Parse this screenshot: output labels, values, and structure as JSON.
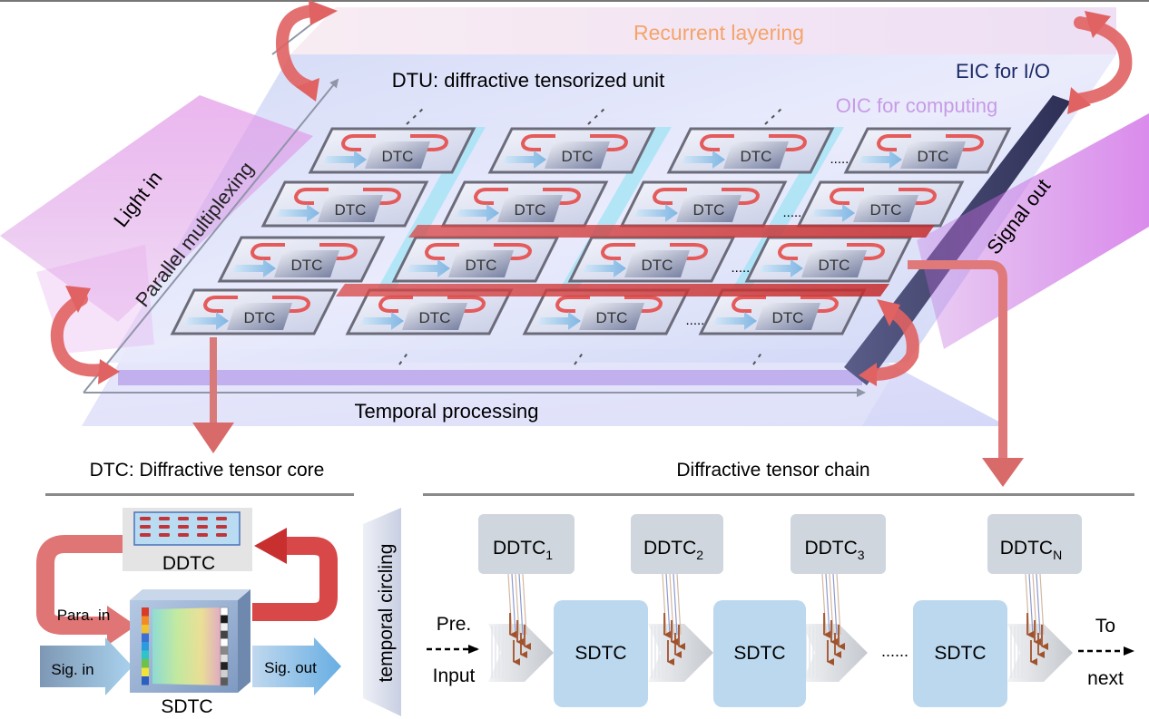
{
  "dtu": {
    "title": "DTU: diffractive tensorized unit",
    "recurrent": "Recurrent layering",
    "eic": "EIC for I/O",
    "oic": "OIC for computing",
    "light_in": "Light in",
    "parallel": "Parallel multiplexing",
    "signal_out": "Signal out",
    "temporal": "Temporal processing",
    "cell_label": "DTC",
    "row_dots": "......"
  },
  "dtc_panel": {
    "title": "DTC: Diffractive tensor core",
    "ddtc": "DDTC",
    "sdtc": "SDTC",
    "para_in": "Para. in",
    "sig_in": "Sig. in",
    "sig_out": "Sig. out",
    "temporal_circling": "temporal circling"
  },
  "chain": {
    "title": "Diffractive tensor chain",
    "ddtc_base": "DDTC",
    "subs": [
      "1",
      "2",
      "3",
      "N"
    ],
    "sdtc": "SDTC",
    "pre": "Pre.",
    "input": "Input",
    "to": "To",
    "next": "next",
    "dots": "......"
  },
  "colors": {
    "red_arrow": "#e06a6a",
    "box_blue": "#bcd8ef",
    "box_gray": "#cfd6de",
    "orange_text": "#f4a46a",
    "violet_text": "#c79be6",
    "navy_text": "#1c2a66"
  }
}
